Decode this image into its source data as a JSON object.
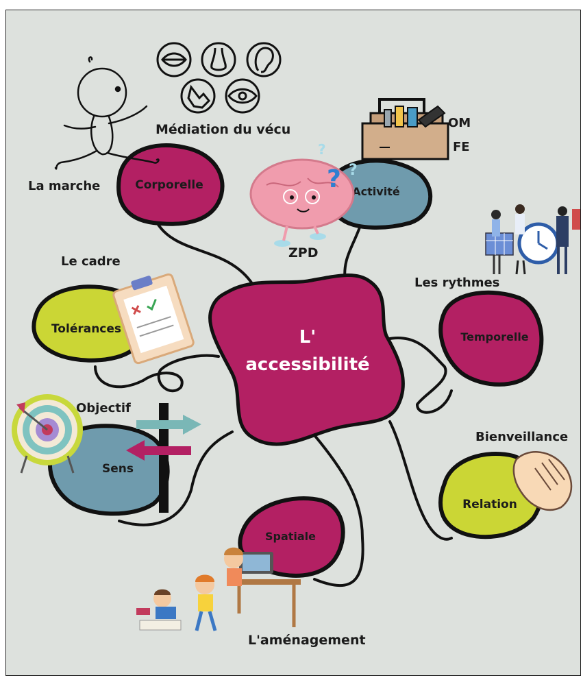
{
  "center": {
    "line1": "L'",
    "line2": "accessibilité"
  },
  "nodes": {
    "corporelle": "Corporelle",
    "activite": "Activité",
    "temporelle": "Temporelle",
    "tolerances": "Tolérances",
    "sens": "Sens",
    "relation": "Relation",
    "spatiale": "Spatiale"
  },
  "labels": {
    "mediation": "Médiation du vécu",
    "marche": "La marche",
    "om": "OM",
    "fe": "FE",
    "zpd": "ZPD",
    "cadre": "Le cadre",
    "rythmes": "Les rythmes",
    "objectif": "Objectif",
    "bienveillance": "Bienveillance",
    "amenagement": "L'aménagement"
  },
  "colors": {
    "background": "#dde1dd",
    "magenta": "#b32063",
    "steel_blue": "#6f9bad",
    "lime": "#cbd635",
    "outline": "#111111",
    "arrow_teal": "#7ab7b6",
    "arrow_magenta": "#b32063"
  },
  "icons": [
    "lips-icon",
    "nose-icon",
    "ear-icon",
    "hand-touch-icon",
    "eye-icon",
    "walking-figure-icon",
    "toolbox-icon",
    "brain-icon",
    "question-marks-icon",
    "clipboard-icon",
    "people-calendar-clock-icon",
    "target-icon",
    "handshake-icon",
    "children-playing-icon"
  ]
}
